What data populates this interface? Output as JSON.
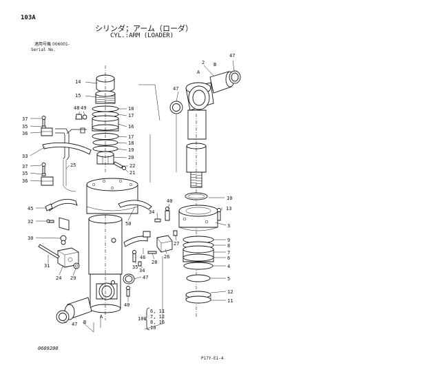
{
  "header": {
    "page_code": "103A",
    "title_jp": "シリンダ；アーム（ローダ）",
    "title_en": "CYL.:ARM (LOADER)",
    "serial_label_jp": "適用号機",
    "serial_value": "006001-",
    "serial_label_en": "Serial No."
  },
  "footer": {
    "doc_code": "0609200",
    "page_ref": "P17Y-E1-4"
  },
  "callouts": [
    {
      "id": "c14",
      "label": "14"
    },
    {
      "id": "c15",
      "label": "15"
    },
    {
      "id": "c18a",
      "label": "18"
    },
    {
      "id": "c17a",
      "label": "17"
    },
    {
      "id": "c16",
      "label": "16"
    },
    {
      "id": "c17b",
      "label": "17"
    },
    {
      "id": "c18b",
      "label": "18"
    },
    {
      "id": "c19",
      "label": "19"
    },
    {
      "id": "c20",
      "label": "20"
    },
    {
      "id": "c22",
      "label": "22"
    },
    {
      "id": "c21",
      "label": "21"
    },
    {
      "id": "c48",
      "label": "48"
    },
    {
      "id": "c49",
      "label": "49"
    },
    {
      "id": "c37a",
      "label": "37"
    },
    {
      "id": "c35a",
      "label": "35"
    },
    {
      "id": "c36a",
      "label": "36"
    },
    {
      "id": "c33",
      "label": "33"
    },
    {
      "id": "c25",
      "label": "25"
    },
    {
      "id": "c37b",
      "label": "37"
    },
    {
      "id": "c35b",
      "label": "35"
    },
    {
      "id": "c36b",
      "label": "36"
    },
    {
      "id": "c45",
      "label": "45"
    },
    {
      "id": "c32",
      "label": "32"
    },
    {
      "id": "c30",
      "label": "30"
    },
    {
      "id": "c31",
      "label": "31"
    },
    {
      "id": "c24",
      "label": "24"
    },
    {
      "id": "c29",
      "label": "29"
    },
    {
      "id": "c50",
      "label": "50"
    },
    {
      "id": "c46",
      "label": "46"
    },
    {
      "id": "c35c",
      "label": "35"
    },
    {
      "id": "c34a",
      "label": "34"
    },
    {
      "id": "c28",
      "label": "28"
    },
    {
      "id": "c26",
      "label": "26"
    },
    {
      "id": "c27",
      "label": "27"
    },
    {
      "id": "c34b",
      "label": "34"
    },
    {
      "id": "c40a",
      "label": "40"
    },
    {
      "id": "c47a",
      "label": "47"
    },
    {
      "id": "c40b",
      "label": "40"
    },
    {
      "id": "c47b",
      "label": "47"
    },
    {
      "id": "c47c",
      "label": "47"
    },
    {
      "id": "c47d",
      "label": "47"
    },
    {
      "id": "c2",
      "label": "2"
    },
    {
      "id": "c10",
      "label": "10"
    },
    {
      "id": "c13",
      "label": "13"
    },
    {
      "id": "c3",
      "label": "3"
    },
    {
      "id": "c9",
      "label": "9"
    },
    {
      "id": "c8",
      "label": "8"
    },
    {
      "id": "c7",
      "label": "7"
    },
    {
      "id": "c6",
      "label": "6"
    },
    {
      "id": "c4",
      "label": "4"
    },
    {
      "id": "c5",
      "label": "5"
    },
    {
      "id": "c12",
      "label": "12"
    },
    {
      "id": "c11",
      "label": "11"
    }
  ],
  "view_markers": [
    {
      "id": "mA1",
      "label": "A"
    },
    {
      "id": "mB1",
      "label": "B"
    },
    {
      "id": "mA2",
      "label": "A"
    },
    {
      "id": "mB2",
      "label": "B"
    }
  ],
  "kit_group": {
    "label": "10C",
    "lines": [
      "6, 11",
      "7, 12",
      "8, 16",
      "10"
    ]
  }
}
